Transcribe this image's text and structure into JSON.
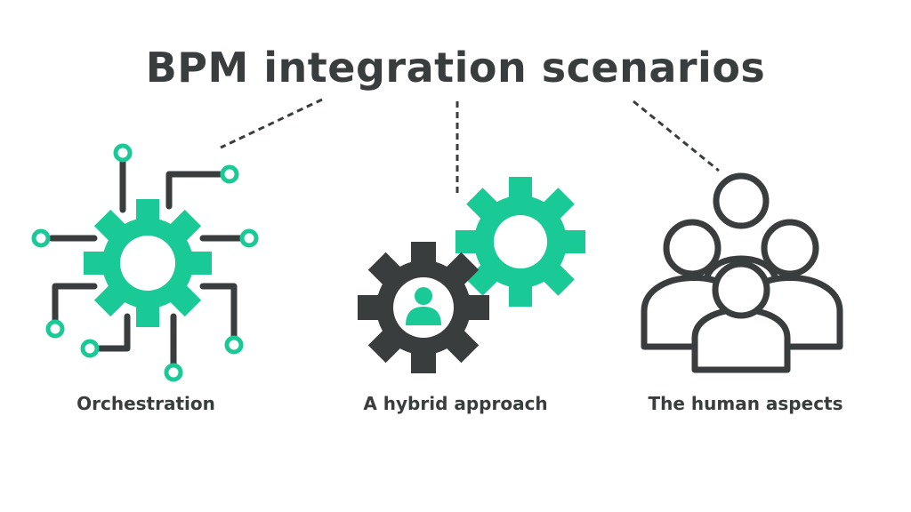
{
  "title": "BPM integration scenarios",
  "colors": {
    "accent": "#19c996",
    "dark": "#393d3e",
    "background": "#ffffff"
  },
  "scenarios": [
    {
      "label": "Orchestration",
      "icon": "circuit-gear-icon"
    },
    {
      "label": "A hybrid approach",
      "icon": "hybrid-gears-icon"
    },
    {
      "label": "The human aspects",
      "icon": "people-group-icon"
    }
  ]
}
